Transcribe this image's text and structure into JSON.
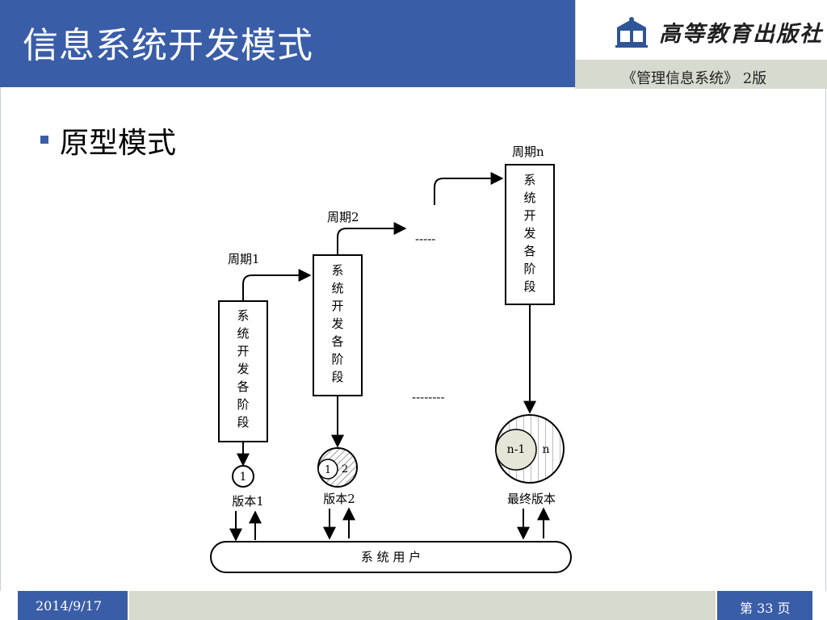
{
  "header": {
    "title": "信息系统开发模式",
    "publisher": "高等教育出版社",
    "book": "《管理信息系统》 2版"
  },
  "slide": {
    "bullet": "原型模式"
  },
  "diagram": {
    "cycles": [
      {
        "label": "周期1",
        "box_text": "系统开发各阶段",
        "version_label": "版本1",
        "circle_labels": [
          "1"
        ]
      },
      {
        "label": "周期2",
        "box_text": "系统开发各阶段",
        "version_label": "版本2",
        "circle_labels": [
          "1",
          "2"
        ]
      },
      {
        "label": "周期n",
        "box_text": "系统开发各阶段",
        "version_label": "最终版本",
        "circle_labels": [
          "n-1",
          "n"
        ]
      }
    ],
    "ellipsis_top": "-----",
    "ellipsis_bottom": "--------",
    "users_label": "系 统 用 户"
  },
  "footer": {
    "date": "2014/9/17",
    "page": "第 33 页"
  },
  "colors": {
    "title_bar": "#3a5da8",
    "accent_bar": "#d7dbcf",
    "inner_circle": "#e6e6d8"
  },
  "icons": {
    "publisher_logo": "publisher-logo-icon"
  }
}
